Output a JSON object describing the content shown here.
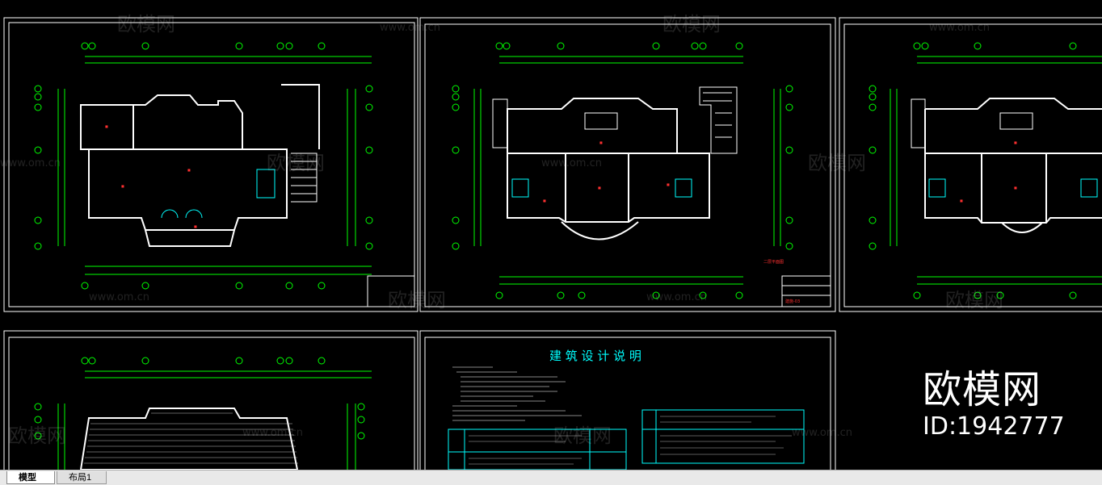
{
  "colors": {
    "background": "#000000",
    "frame": "#ffffff",
    "grid": "#00ff00",
    "walls": "#ffffff",
    "text_accent": "#00ffff",
    "room_label": "#ff3030",
    "tab_bar": "#e9e9e9"
  },
  "watermark": {
    "brand": "欧模网",
    "url": "www.om.cn",
    "id": "ID:1942777"
  },
  "sheets": {
    "sheet_b": {
      "title_block": [
        "二层平面图",
        "建施-03"
      ]
    },
    "sheet_d": {
      "title": "建 筑 设 计 说 明"
    }
  },
  "tabs": [
    {
      "label": "模型",
      "active": true
    },
    {
      "label": "布局1",
      "active": false
    }
  ]
}
